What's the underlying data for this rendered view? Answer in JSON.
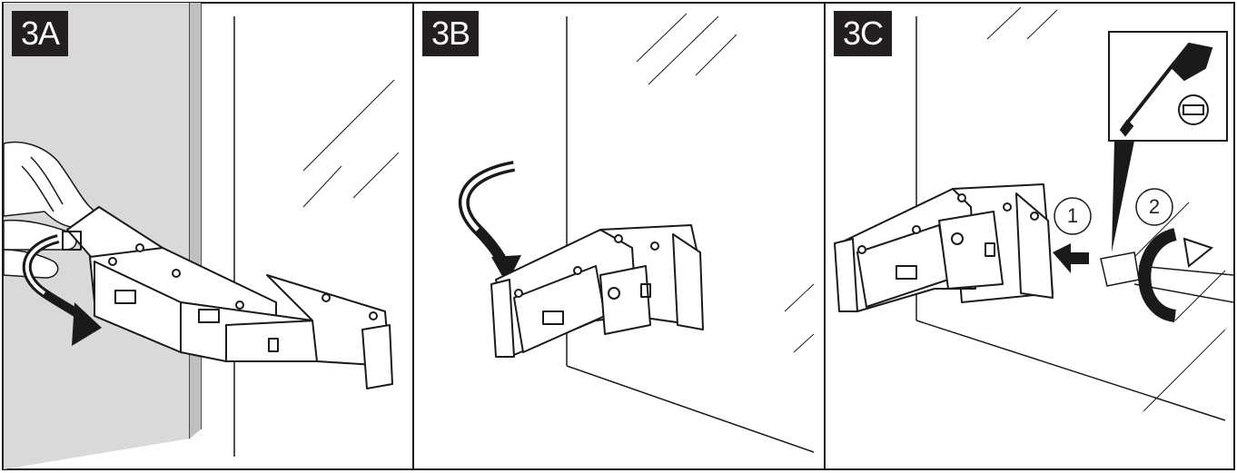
{
  "panels": [
    {
      "label": "3A",
      "description_icon": "hand-rotate-hinge"
    },
    {
      "label": "3B",
      "description_icon": "rotate-arrow-hinge"
    },
    {
      "label": "3C",
      "description_icon": "screwdriver-hinge"
    }
  ],
  "step_numbers": [
    "1",
    "2"
  ],
  "colors": {
    "ink": "#231f20",
    "wall": "#d9d9d9",
    "stroke": "#1a1a1a"
  }
}
